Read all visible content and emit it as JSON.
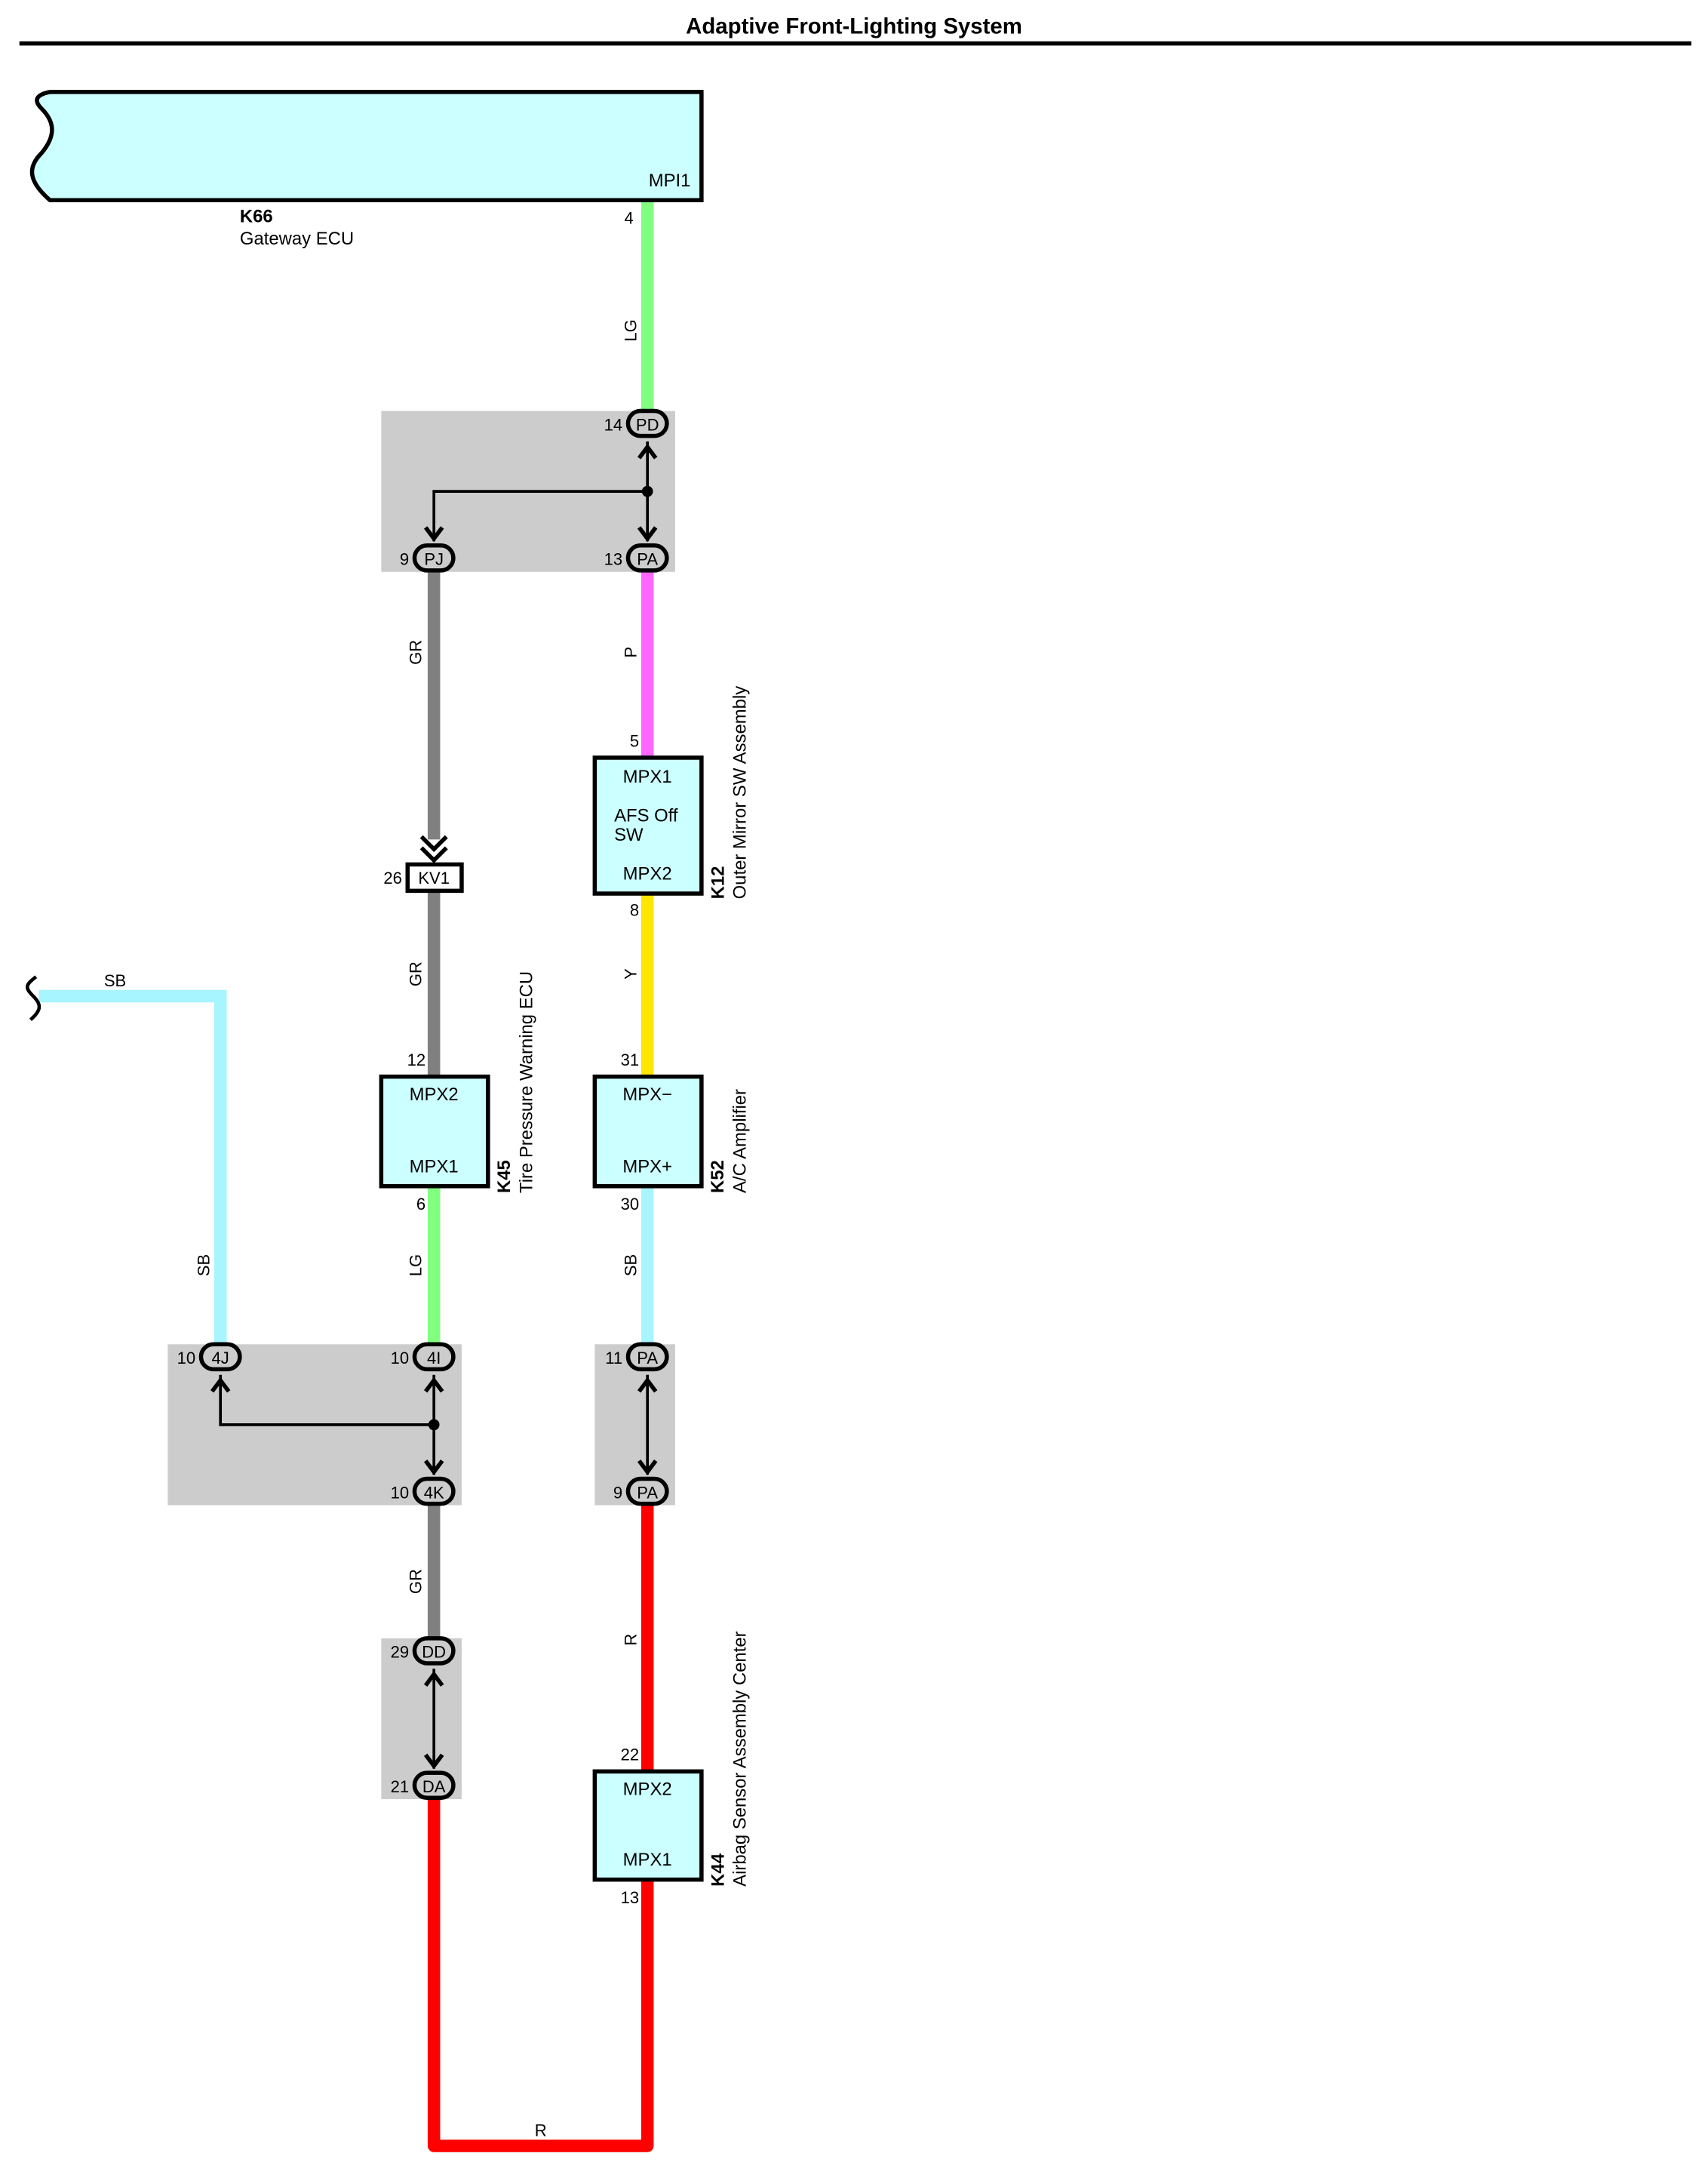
{
  "title": "Adaptive Front-Lighting System",
  "colors": {
    "LG": "#80ff80",
    "GR": "#808080",
    "P": "#ff66ff",
    "Y": "#ffe600",
    "SB": "#a6f5ff",
    "R": "#ff0000",
    "component_fill": "#ccffff",
    "junction_fill": "#cccccc"
  },
  "components": {
    "k66": {
      "code": "K66",
      "name": "Gateway ECU",
      "pin_label": "MPI1",
      "pin": "4"
    },
    "k12": {
      "code": "K12",
      "name": "Outer Mirror SW Assembly",
      "top_label": "MPX1",
      "mid_label_1": "AFS Off",
      "mid_label_2": "SW",
      "bottom_label": "MPX2",
      "top_pin": "5",
      "bottom_pin": "8"
    },
    "k45": {
      "code": "K45",
      "name": "Tire Pressure Warning ECU",
      "top_label": "MPX2",
      "bottom_label": "MPX1",
      "top_pin": "12",
      "bottom_pin": "6"
    },
    "k52": {
      "code": "K52",
      "name": "A/C Amplifier",
      "top_label": "MPX−",
      "bottom_label": "MPX+",
      "top_pin": "31",
      "bottom_pin": "30"
    },
    "k44": {
      "code": "K44",
      "name": "Airbag Sensor Assembly Center",
      "top_label": "MPX2",
      "bottom_label": "MPX1",
      "top_pin": "22",
      "bottom_pin": "13"
    }
  },
  "connectors": {
    "pd": {
      "name": "PD",
      "pin": "14"
    },
    "pj": {
      "name": "PJ",
      "pin": "9"
    },
    "pa_13": {
      "name": "PA",
      "pin": "13"
    },
    "kv1": {
      "name": "KV1",
      "pin": "26"
    },
    "j4j": {
      "name": "4J",
      "pin": "10"
    },
    "j4i": {
      "name": "4I",
      "pin": "10"
    },
    "j4k": {
      "name": "4K",
      "pin": "10"
    },
    "pa_11": {
      "name": "PA",
      "pin": "11"
    },
    "pa_9": {
      "name": "PA",
      "pin": "9"
    },
    "dd": {
      "name": "DD",
      "pin": "29"
    },
    "da": {
      "name": "DA",
      "pin": "21"
    }
  },
  "wires": {
    "lg_top": "LG",
    "gr_upper": "GR",
    "p": "P",
    "gr_mid": "GR",
    "y": "Y",
    "sb_left_horiz": "SB",
    "sb_left_vert": "SB",
    "lg_lower": "LG",
    "sb_right": "SB",
    "gr_lower": "GR",
    "r_right": "R",
    "r_bottom": "R"
  }
}
